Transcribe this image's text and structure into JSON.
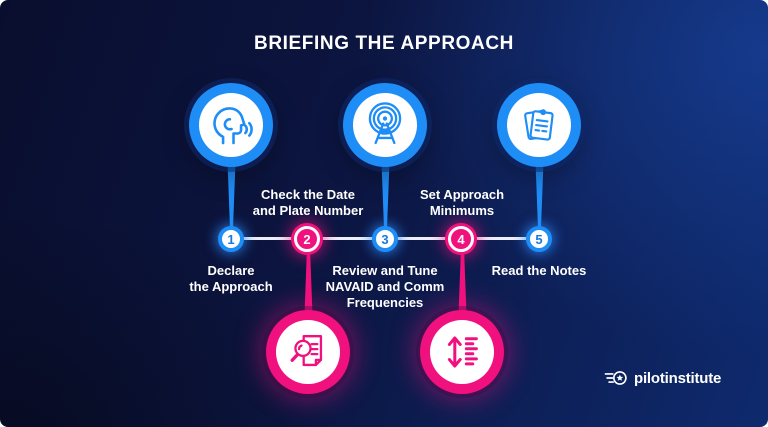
{
  "title": "BRIEFING THE APPROACH",
  "colors": {
    "blue": "#1f8df6",
    "pink": "#f0117e",
    "background_dark": "#0a0e2e",
    "background_light": "#0e2a6e",
    "timeline_line": "#edeff8",
    "text": "#ffffff"
  },
  "steps": [
    {
      "num": "1",
      "label": "Declare\nthe Approach",
      "icon": "speaking-head",
      "accent": "blue",
      "detail_position": "top"
    },
    {
      "num": "2",
      "label": "Check the Date\nand Plate Number",
      "icon": "document-search",
      "accent": "pink",
      "detail_position": "bottom"
    },
    {
      "num": "3",
      "label": "Review and Tune\nNAVAID and Comm\nFrequencies",
      "icon": "radio-antenna",
      "accent": "blue",
      "detail_position": "top"
    },
    {
      "num": "4",
      "label": "Set Approach\nMinimums",
      "icon": "altitude-minimums",
      "accent": "pink",
      "detail_position": "bottom"
    },
    {
      "num": "5",
      "label": "Read the Notes",
      "icon": "notes-clipboard",
      "accent": "blue",
      "detail_position": "top"
    }
  ],
  "brand": {
    "name": "pilotinstitute"
  }
}
